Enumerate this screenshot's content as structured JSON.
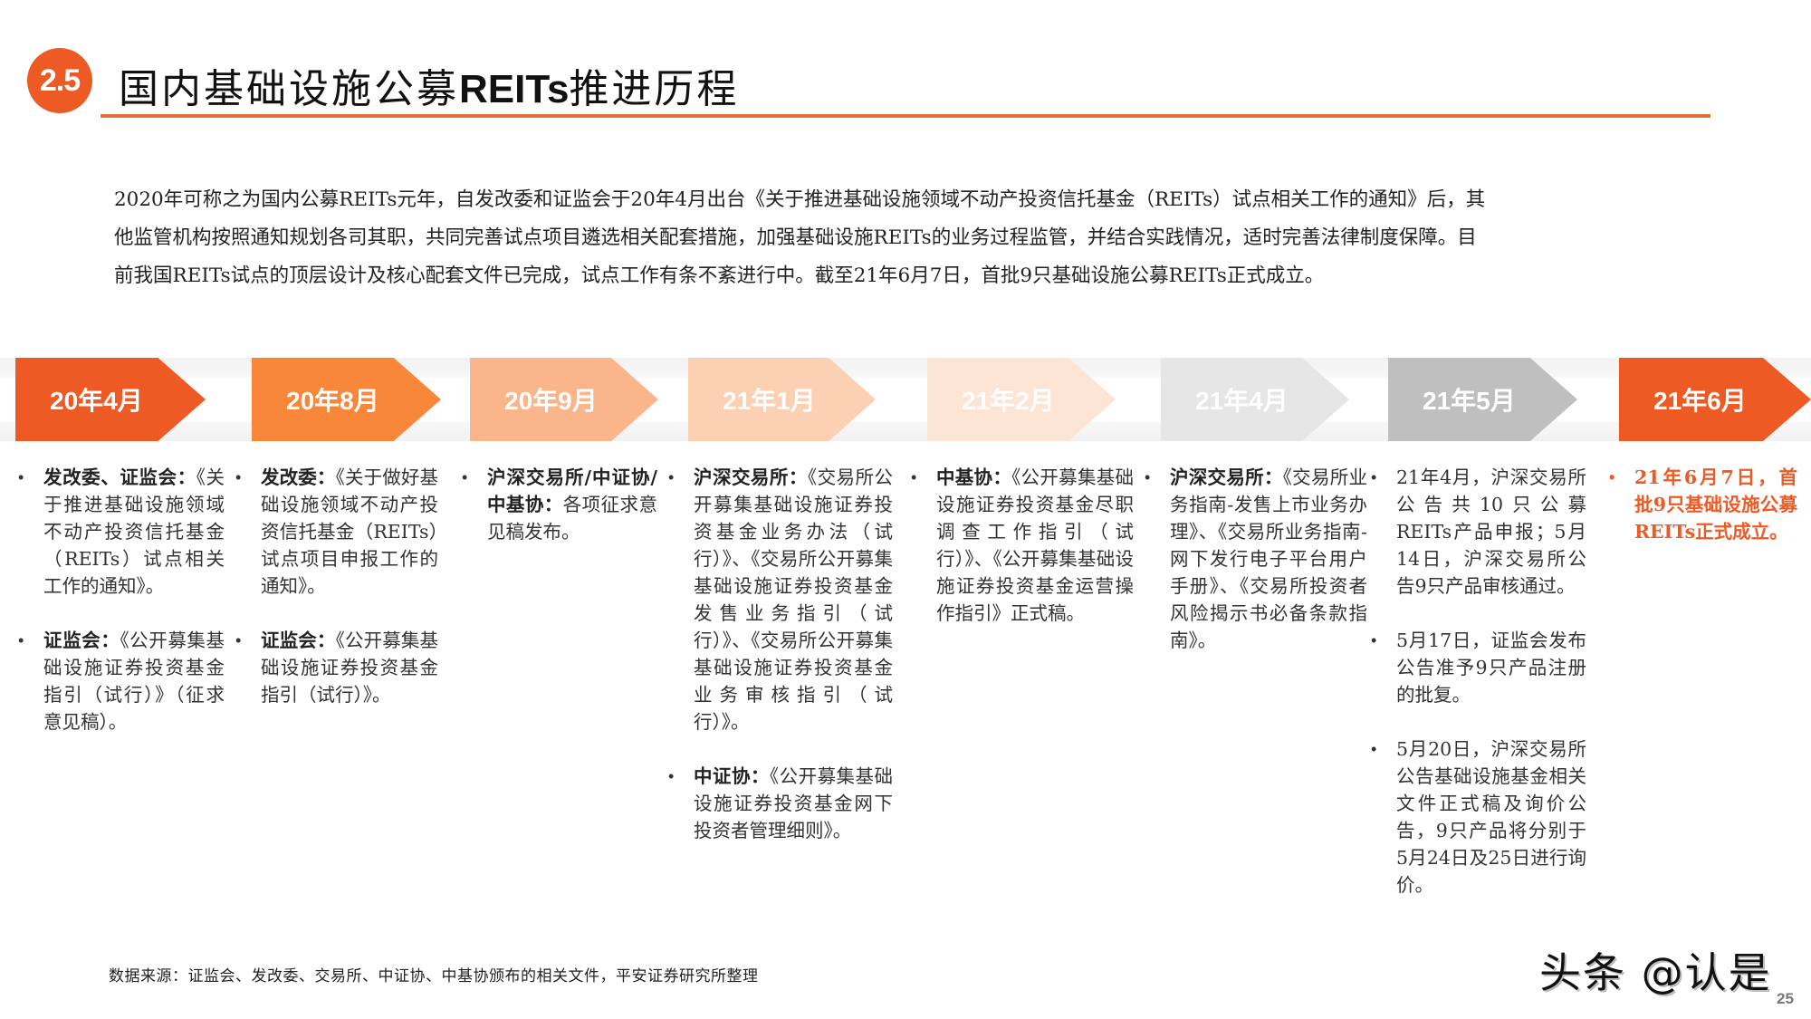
{
  "header": {
    "section_number": "2.5",
    "title_prefix": "国内基础设施公募",
    "title_bold": "REITs",
    "title_suffix": "推进历程"
  },
  "intro": {
    "lines": [
      "2020年可称之为国内公募REITs元年，自发改委和证监会于20年4月出台《关于推进基础设施领域不动产投资信托基金（REITs）试点相关工作的通知》后，其",
      "他监管机构按照通知规划各司其职，共同完善试点项目遴选相关配套措施，加强基础设施REITs的业务过程监管，并结合实践情况，适时完善法律制度保障。目",
      "前我国REITs试点的顶层设计及核心配套文件已完成，试点工作有条不紊进行中。截至21年6月7日，首批9只基础设施公募REITs正式成立。"
    ]
  },
  "timeline": [
    {
      "label": "20年4月",
      "color": "#ee5a24",
      "text_color": "#ffffff",
      "items": [
        {
          "bold": "发改委、证监会：",
          "text": "《关于推进基础设施领域不动产投资信托基金（REITs）试点相关工作的通知》。"
        },
        {
          "bold": "证监会：",
          "text": "《公开募集基础设施证券投资基金指引（试行）》（征求意见稿）。"
        }
      ]
    },
    {
      "label": "20年8月",
      "color": "#f8873a",
      "text_color": "#ffffff",
      "items": [
        {
          "bold": "发改委：",
          "text": "《关于做好基础设施领域不动产投资信托基金（REITs）试点项目申报工作的通知》。"
        },
        {
          "bold": "证监会：",
          "text": "《公开募集基础设施证券投资基金指引（试行）》。"
        }
      ]
    },
    {
      "label": "20年9月",
      "color": "#fbb58a",
      "text_color": "#ffffff",
      "items": [
        {
          "bold": "沪深交易所/中证协/中基协：",
          "text": "各项征求意见稿发布。"
        }
      ]
    },
    {
      "label": "21年1月",
      "color": "#fcd0b3",
      "text_color": "#ffffff",
      "items": [
        {
          "bold": "沪深交易所：",
          "text": "《交易所公开募集基础设施证券投资基金业务办法（试行）》、《交易所公开募集基础设施证券投资基金发售业务指引（试行）》、《交易所公开募集基础设施证券投资基金业务审核指引（试行）》。"
        },
        {
          "bold": "中证协：",
          "text": "《公开募集基础设施证券投资基金网下投资者管理细则》。"
        }
      ]
    },
    {
      "label": "21年2月",
      "color": "#fde5d6",
      "text_color": "#ffffff",
      "items": [
        {
          "bold": "中基协：",
          "text": "《公开募集基础设施证券投资基金尽职调查工作指引（试行）》、《公开募集基础设施证券投资基金运营操作指引》正式稿。"
        }
      ]
    },
    {
      "label": "21年4月",
      "color": "#e6e6e6",
      "text_color": "#ffffff",
      "items": [
        {
          "bold": "沪深交易所：",
          "text": "《交易所业务指南-发售上市业务办理》、《交易所业务指南-网下发行电子平台用户手册》、《交易所投资者风险揭示书必备条款指南》。"
        }
      ]
    },
    {
      "label": "21年5月",
      "color": "#bfbfbf",
      "text_color": "#ffffff",
      "items": [
        {
          "bold": "",
          "text": "21年4月，沪深交易所公告共10只公募REITs产品申报；5月14日，沪深交易所公告9只产品审核通过。"
        },
        {
          "bold": "",
          "text": "5月17日，证监会发布公告准予9只产品注册的批复。"
        },
        {
          "bold": "",
          "text": "5月20日，沪深交易所公告基础设施基金相关文件正式稿及询价公告，9只产品将分别于5月24日及25日进行询价。"
        }
      ]
    },
    {
      "label": "21年6月",
      "color": "#ee5a24",
      "text_color": "#ffffff",
      "items": [
        {
          "bold": "",
          "text": "21年6月7日，首批9只基础设施公募REITs正式成立。",
          "accent": true
        }
      ]
    }
  ],
  "footer": {
    "source": "数据来源：证监会、发改委、交易所、中证协、中基协颁布的相关文件，平安证券研究所整理",
    "watermark": "头条 @认是",
    "page_number": "25"
  },
  "colors": {
    "accent": "#ee5a24",
    "rule": "#e2703a"
  }
}
